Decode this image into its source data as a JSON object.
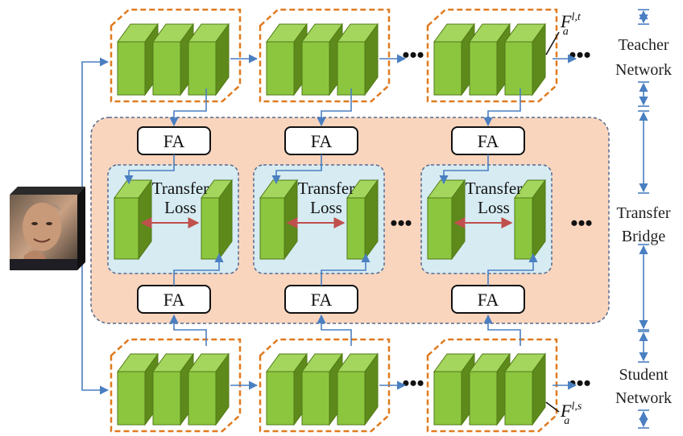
{
  "diagram": {
    "fa_label": "FA",
    "transfer_loss_line1": "Transfer",
    "transfer_loss_line2": "Loss",
    "ellipsis": "•••",
    "teacher_label": [
      "Teacher",
      "Network"
    ],
    "bridge_label": [
      "Transfer",
      "Bridge"
    ],
    "student_label": [
      "Student",
      "Network"
    ],
    "teacher_feature": {
      "base": "F",
      "sub": "a",
      "sup": "l,t"
    },
    "student_feature": {
      "base": "F",
      "sub": "a",
      "sup": "l,s"
    },
    "colors": {
      "green": "#8cc63f",
      "green_dark": "#5e8a1c",
      "orange_dash": "#e07a1f",
      "bridge_fill": "#fad5be",
      "loss_fill": "#d6ebf2",
      "arrow_blue": "#4a7fc1",
      "loss_arrow": "#c0504d"
    }
  }
}
